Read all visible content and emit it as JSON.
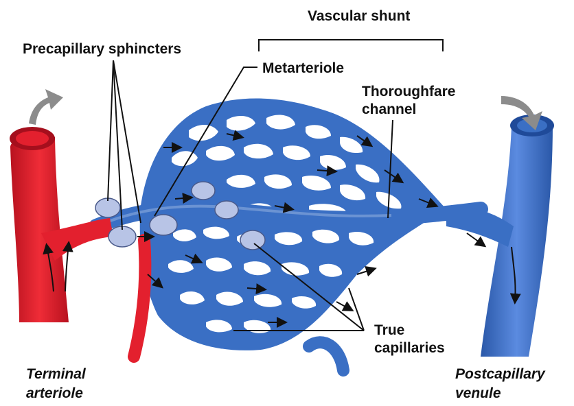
{
  "labels": {
    "vascular_shunt": "Vascular shunt",
    "precapillary_sphincters": "Precapillary sphincters",
    "metarteriole": "Metarteriole",
    "thoroughfare_line1": "Thoroughfare",
    "thoroughfare_line2": "channel",
    "true_line1": "True",
    "true_line2": "capillaries",
    "terminal_line1": "Terminal",
    "terminal_line2": "arteriole",
    "postcap_line1": "Postcapillary",
    "postcap_line2": "venule"
  },
  "colors": {
    "arterial": "#e3202e",
    "arterial_dark": "#a50f1d",
    "venous": "#3a6fc4",
    "venous_dark": "#1f4a99",
    "sphincter": "#b8c4e6",
    "arrow_gray": "#8c8c8c"
  }
}
